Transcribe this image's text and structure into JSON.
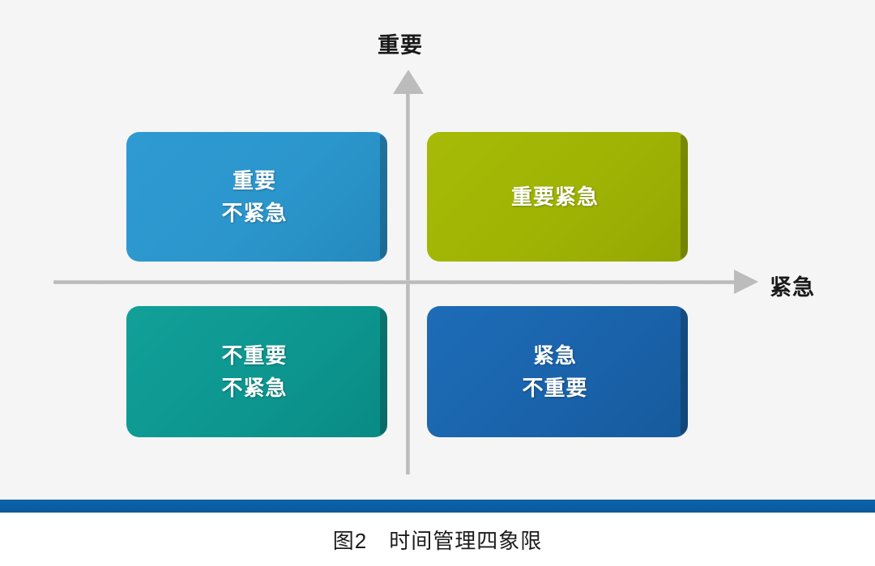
{
  "figure": {
    "caption": "图2　时间管理四象限",
    "background_color": "#f5f5f5",
    "rule_color": "#0a5fa5"
  },
  "axes": {
    "vertical": {
      "label": "重要",
      "arrow": "arrow-up",
      "color": "#bcbcbc"
    },
    "horizontal": {
      "label": "紧急",
      "arrow": "arrow-right",
      "color": "#bcbcbc"
    }
  },
  "chart_data": {
    "type": "matrix",
    "title": "图2　时间管理四象限",
    "xlabel": "紧急",
    "ylabel": "重要",
    "quadrants": [
      {
        "position": "top-left",
        "lines": [
          "重要",
          "不紧急"
        ],
        "color": "#2b96cc"
      },
      {
        "position": "top-right",
        "lines": [
          "重要紧急"
        ],
        "color": "#9fb304"
      },
      {
        "position": "bottom-left",
        "lines": [
          "不重要",
          "不紧急"
        ],
        "color": "#0d9690"
      },
      {
        "position": "bottom-right",
        "lines": [
          "紧急",
          "不重要"
        ],
        "color": "#1a63ab"
      }
    ]
  }
}
